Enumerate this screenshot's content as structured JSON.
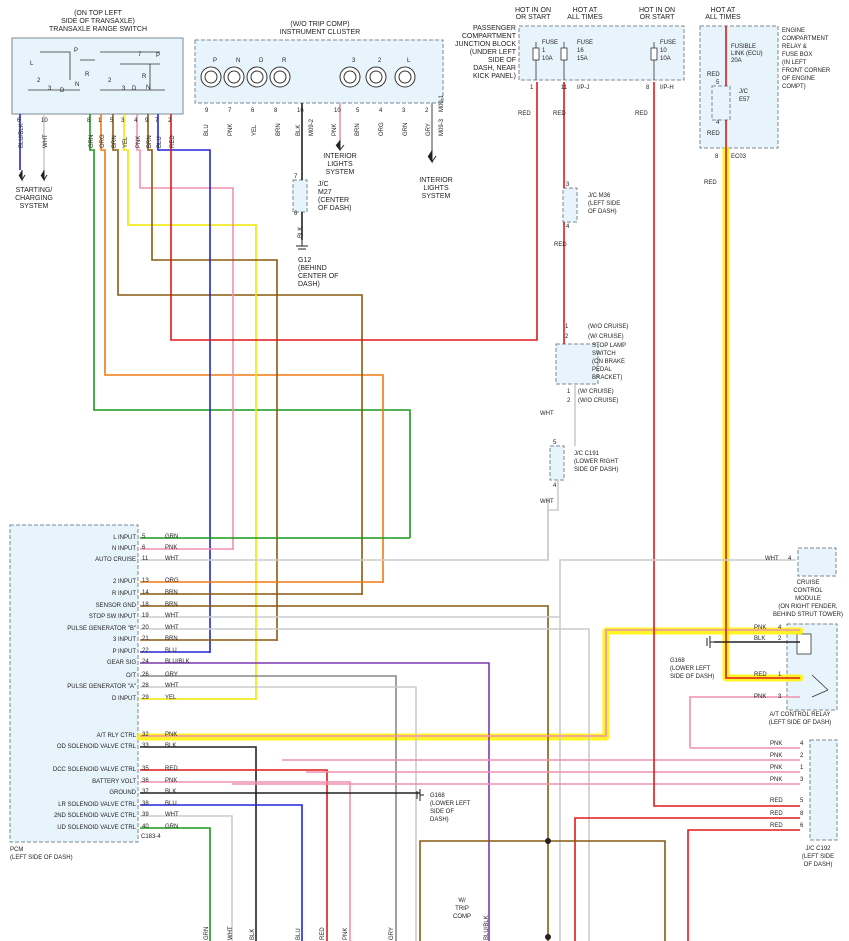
{
  "colors": {
    "red": "#e01818",
    "blue": "#2424d8",
    "yellow": "#f2e600",
    "green": "#1a9a1a",
    "orange": "#f07a10",
    "brown": "#8a5a10",
    "pink": "#f090b0",
    "white": "#cccccc",
    "black": "#222222",
    "gray": "#888888",
    "purple": "#7a3ab0",
    "highlight": "#fff200"
  },
  "trs": {
    "title": [
      "(ON TOP LEFT",
      "SIDE OF TRANSAXLE)",
      "TRANSAXLE RANGE SWITCH"
    ],
    "symbols": [
      "L",
      "2",
      "3",
      "D",
      "N",
      "R",
      "P",
      "7",
      "P",
      "R",
      "N",
      "D",
      "3",
      "2"
    ],
    "pins": [
      "6",
      "10",
      "8",
      "1",
      "5",
      "3",
      "4",
      "9",
      "7",
      "2"
    ],
    "wires": [
      "BLU/BLK",
      "WHT",
      "GRN",
      "ORG",
      "BRN",
      "YEL",
      "PNK",
      "BRN",
      "BLU",
      "RED"
    ],
    "starting": [
      "STARTING/",
      "CHARGING",
      "SYSTEM"
    ]
  },
  "cluster": {
    "title": [
      "(W/O TRIP COMP)",
      "INSTRUMENT CLUSTER"
    ],
    "bulbs": [
      "P",
      "N",
      "D",
      "R",
      "3",
      "2",
      "L"
    ],
    "pins": [
      "9",
      "7",
      "6",
      "8",
      "16",
      "10",
      "5",
      "4",
      "3",
      "2"
    ],
    "wires": [
      "BLU",
      "PNK",
      "YEL",
      "BRN",
      "BLK",
      "M09-2",
      "PNK",
      "BRN",
      "ORG",
      "GRN",
      "GRY",
      "M09-3"
    ],
    "connector": "M09-1"
  },
  "interior1": [
    "INTERIOR",
    "LIGHTS",
    "SYSTEM"
  ],
  "interior2": [
    "INTERIOR",
    "LIGHTS",
    "SYSTEM"
  ],
  "jc_m27": [
    "J/C",
    "M27",
    "(CENTER",
    "OF DASH)"
  ],
  "jc_m27_pins": [
    "7",
    "6"
  ],
  "m27_wire": "BLK",
  "g12": [
    "G12",
    "(BEHIND",
    "CENTER OF",
    "DASH)"
  ],
  "fusebox": {
    "hot_labels": [
      [
        "HOT IN ON",
        "OR START"
      ],
      [
        "HOT AT",
        "ALL TIMES"
      ],
      [
        "HOT IN ON",
        "OR START"
      ]
    ],
    "title": [
      "PASSENGER",
      "COMPARTMENT",
      "JUNCTION BLOCK",
      "(UNDER LEFT",
      "SIDE OF",
      "DASH, NEAR",
      "KICK PANEL)"
    ],
    "fuses": [
      [
        "FUSE",
        "1",
        "10A"
      ],
      [
        "FUSE",
        "16",
        "15A"
      ],
      [
        "FUSE",
        "10",
        "10A"
      ]
    ],
    "pins": [
      "1",
      "11",
      "I/P-J",
      "8",
      "I/P-H"
    ],
    "wire_red": "RED"
  },
  "engine_box": {
    "hot": [
      "HOT AT",
      "ALL TIMES"
    ],
    "title": [
      "ENGINE",
      "COMPARTMENT",
      "RELAY &",
      "FUSE BOX",
      "(IN LEFT",
      "FRONT CORNER",
      "OF ENGINE",
      "COMPT)"
    ],
    "fusible": [
      "FUSIBLE",
      "LINK (ECU)",
      "20A"
    ],
    "e57": [
      "J/C",
      "E57"
    ],
    "e57_pins": [
      "5",
      "4"
    ],
    "conn": "EC03",
    "conn_pin": "8",
    "wire_red": "RED"
  },
  "jc_m36": [
    "J/C M36",
    "(LEFT SIDE",
    "OF DASH)"
  ],
  "jc_m36_pins": [
    "3",
    "4"
  ],
  "stoplamp": {
    "top": [
      "(W/O CRUISE)",
      "(W/ CRUISE)"
    ],
    "title": [
      "STOP LAMP",
      "SWITCH",
      "(ON BRAKE",
      "PEDAL",
      "BRACKET)"
    ],
    "bottom": [
      "(W/ CRUISE)",
      "(W/O CRUISE)"
    ],
    "pins": [
      "1",
      "2",
      "1",
      "2"
    ]
  },
  "jc_c191": [
    "J/C C191",
    "(LOWER RIGHT",
    "SIDE OF DASH)"
  ],
  "jc_c191_pins": [
    "5",
    "4"
  ],
  "white": "WHT",
  "pcm": {
    "rows": [
      {
        "label": "L INPUT",
        "pin": "5",
        "wire": "GRN"
      },
      {
        "label": "N INPUT",
        "pin": "6",
        "wire": "PNK"
      },
      {
        "label": "AUTO CRUISE",
        "pin": "11",
        "wire": "WHT"
      },
      {
        "label": "2 INPUT",
        "pin": "13",
        "wire": "ORG"
      },
      {
        "label": "R INPUT",
        "pin": "14",
        "wire": "BRN"
      },
      {
        "label": "SENSOR GND",
        "pin": "18",
        "wire": "BRN"
      },
      {
        "label": "STOP SW INPUT",
        "pin": "19",
        "wire": "WHT"
      },
      {
        "label": "PULSE GENERATOR \"B\"",
        "pin": "20",
        "wire": "WHT"
      },
      {
        "label": "3 INPUT",
        "pin": "21",
        "wire": "BRN"
      },
      {
        "label": "P INPUT",
        "pin": "22",
        "wire": "BLU"
      },
      {
        "label": "GEAR SIG",
        "pin": "24",
        "wire": "BLU/BLK"
      },
      {
        "label": "O/T",
        "pin": "26",
        "wire": "GRY"
      },
      {
        "label": "PULSE GENERATOR \"A\"",
        "pin": "28",
        "wire": "WHT"
      },
      {
        "label": "D INPUT",
        "pin": "29",
        "wire": "YEL"
      },
      {
        "label": "A/T RLY CTRL",
        "pin": "32",
        "wire": "PNK"
      },
      {
        "label": "OD SOLENOID VALVE CTRL",
        "pin": "33",
        "wire": "BLK"
      },
      {
        "label": "DCC SOLENOID VALVE CTRL",
        "pin": "35",
        "wire": "RED"
      },
      {
        "label": "BATTERY VOLT",
        "pin": "36",
        "wire": "PNK"
      },
      {
        "label": "GROUND",
        "pin": "37",
        "wire": "BLK"
      },
      {
        "label": "LR SOLENOID VALVE CTRL",
        "pin": "38",
        "wire": "BLU"
      },
      {
        "label": "2ND SOLENOID VALVE CTRL",
        "pin": "39",
        "wire": "WHT"
      },
      {
        "label": "UD SOLENOID VALVE CTRL",
        "pin": "40",
        "wire": "GRN"
      }
    ],
    "blank_pin": "",
    "conn": "C183-4",
    "title": [
      "PCM",
      "(LEFT SIDE OF DASH)"
    ]
  },
  "g168_left": [
    "G168",
    "(LOWER LEFT",
    "SIDE OF",
    "DASH)"
  ],
  "g168_right": [
    "G168",
    "(LOWER LEFT",
    "SIDE OF DASH)"
  ],
  "trip": [
    "W/",
    "TRIP",
    "COMP"
  ],
  "cruise": {
    "pin": "4",
    "wire": "WHT",
    "title": [
      "CRUISE",
      "CONTROL",
      "MODULE",
      "(ON RIGHT FENDER,",
      "BEHIND STRUT TOWER)"
    ]
  },
  "relay": {
    "pins": [
      "4",
      "2",
      "1",
      "3"
    ],
    "wires": [
      "PNK",
      "BLK",
      "RED",
      "PNK"
    ],
    "title": [
      "A/T CONTROL RELAY",
      "(LEFT SIDE OF DASH)"
    ]
  },
  "c192": {
    "pins": [
      "4",
      "2",
      "1",
      "3",
      "5",
      "8",
      "6"
    ],
    "wires": [
      "PNK",
      "PNK",
      "PNK",
      "PNK",
      "RED",
      "RED",
      "RED"
    ],
    "title": [
      "J/C C192",
      "(LEFT SIDE",
      "OF DASH)"
    ]
  },
  "bottom_wires": [
    "GRN",
    "WHT",
    "BLK",
    "BLU",
    "RED",
    "PNK",
    "GRY",
    "BLU/BLK"
  ]
}
